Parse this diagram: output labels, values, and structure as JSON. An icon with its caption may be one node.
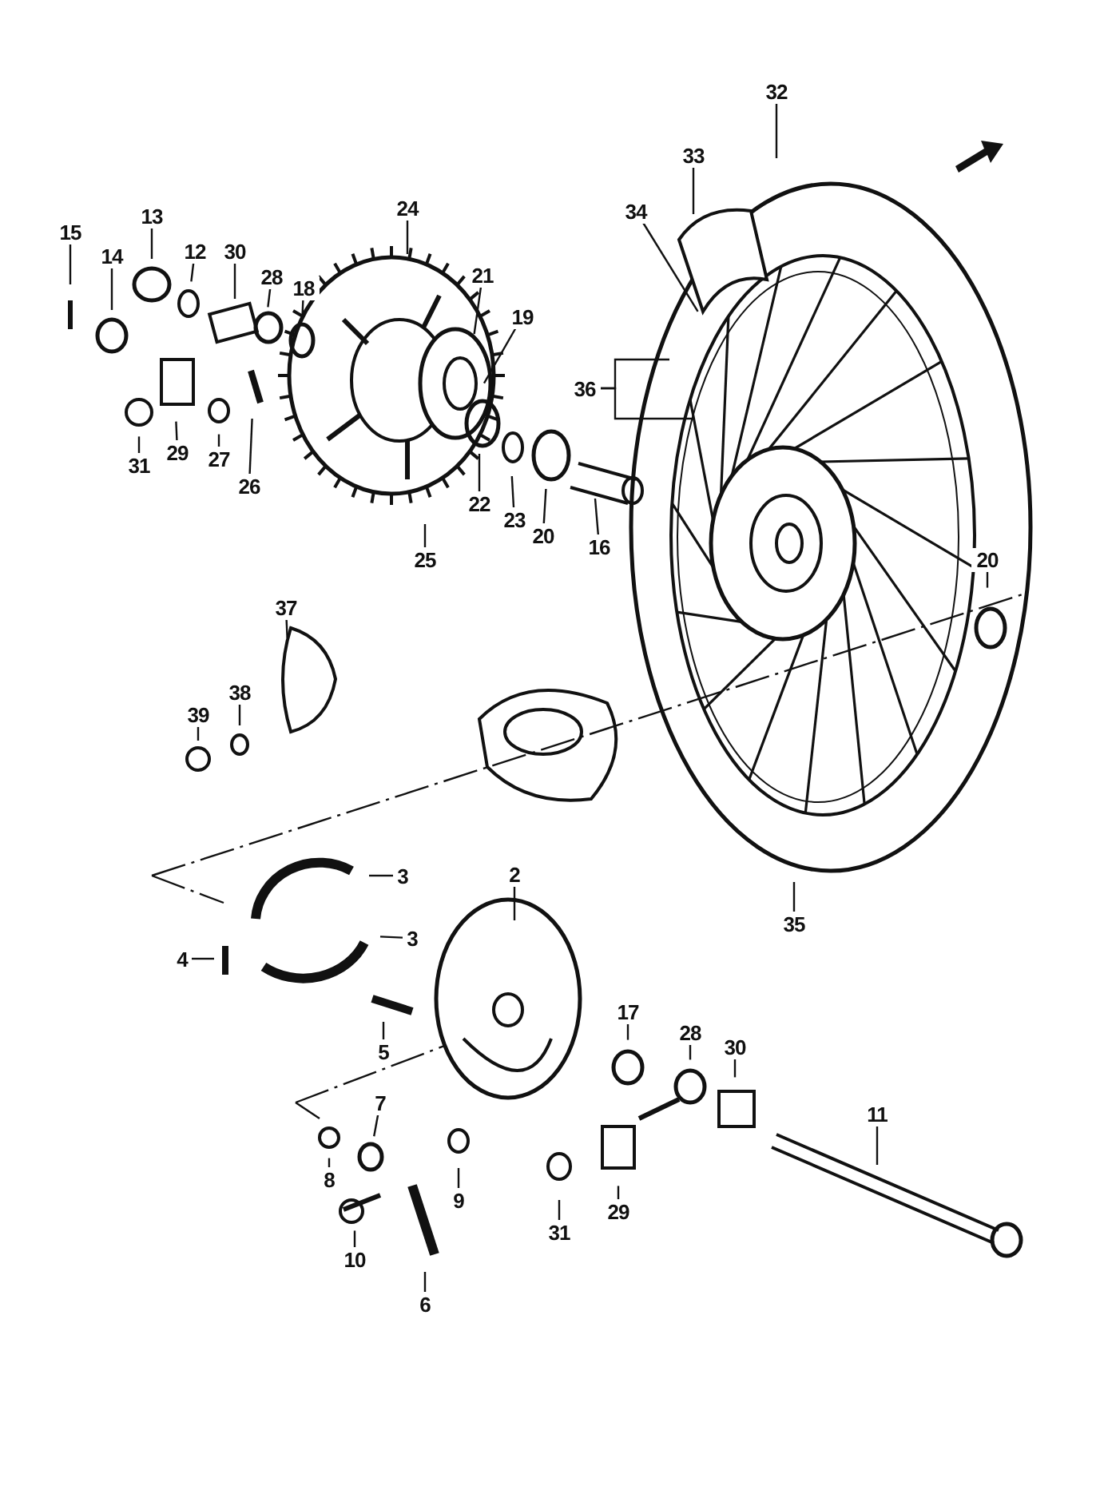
{
  "diagram": {
    "nodes": [
      {
        "text": [
          "15"
        ]
      },
      {
        "text": [
          "14"
        ]
      },
      {
        "text": [
          "13"
        ]
      },
      {
        "text": [
          "12"
        ]
      },
      {
        "text": [
          "30"
        ]
      },
      {
        "text": [
          "28"
        ]
      },
      {
        "text": [
          "18"
        ]
      },
      {
        "text": [
          "24"
        ]
      },
      {
        "text": [
          "21"
        ]
      },
      {
        "text": [
          "19"
        ]
      },
      {
        "text": [
          "34"
        ]
      },
      {
        "text": [
          "33"
        ]
      },
      {
        "text": [
          "32"
        ]
      },
      {
        "text": [
          "36"
        ]
      },
      {
        "text": [
          "22"
        ]
      },
      {
        "text": [
          "23"
        ]
      },
      {
        "text": [
          "20"
        ]
      },
      {
        "text": [
          "16"
        ]
      },
      {
        "text": [
          "25"
        ]
      },
      {
        "text": [
          "26"
        ]
      },
      {
        "text": [
          "27"
        ]
      },
      {
        "text": [
          "29"
        ]
      },
      {
        "text": [
          "31"
        ]
      },
      {
        "text": [
          "20"
        ]
      },
      {
        "text": [
          "37"
        ]
      },
      {
        "text": [
          "38"
        ]
      },
      {
        "text": [
          "39"
        ]
      },
      {
        "text": [
          "3"
        ]
      },
      {
        "text": [
          "3"
        ]
      },
      {
        "text": [
          "4"
        ]
      },
      {
        "text": [
          "2"
        ]
      },
      {
        "text": [
          "35"
        ]
      },
      {
        "text": [
          "5"
        ]
      },
      {
        "text": [
          "17"
        ]
      },
      {
        "text": [
          "28"
        ]
      },
      {
        "text": [
          "30"
        ]
      },
      {
        "text": [
          "11"
        ]
      },
      {
        "text": [
          "8"
        ]
      },
      {
        "text": [
          "7"
        ]
      },
      {
        "text": [
          "9"
        ]
      },
      {
        "text": [
          "31"
        ]
      },
      {
        "text": [
          "29"
        ]
      },
      {
        "text": [
          "10"
        ]
      },
      {
        "text": [
          "6"
        ]
      }
    ],
    "edges": [
      {
        "from": 0,
        "to": null,
        "arrow": "none"
      },
      {
        "from": 1,
        "to": null,
        "arrow": "none"
      },
      {
        "from": 2,
        "to": null,
        "arrow": "none"
      },
      {
        "from": 3,
        "to": null,
        "arrow": "none"
      },
      {
        "from": 4,
        "to": null,
        "arrow": "none"
      },
      {
        "from": 5,
        "to": null,
        "arrow": "none"
      },
      {
        "from": 6,
        "to": null,
        "arrow": "none"
      },
      {
        "from": 7,
        "to": null,
        "arrow": "none"
      },
      {
        "from": 8,
        "to": null,
        "arrow": "none"
      },
      {
        "from": 9,
        "to": null,
        "arrow": "none"
      },
      {
        "from": 10,
        "to": null,
        "arrow": "none"
      },
      {
        "from": 11,
        "to": null,
        "arrow": "none"
      },
      {
        "from": 12,
        "to": null,
        "arrow": "none"
      },
      {
        "from": 13,
        "to": null,
        "arrow": "none"
      },
      {
        "from": 13,
        "to": null,
        "arrow": "none"
      },
      {
        "from": 14,
        "to": null,
        "arrow": "none"
      },
      {
        "from": 15,
        "to": null,
        "arrow": "none"
      },
      {
        "from": 16,
        "to": null,
        "arrow": "none"
      },
      {
        "from": 17,
        "to": null,
        "arrow": "none"
      },
      {
        "from": 18,
        "to": null,
        "arrow": "none"
      },
      {
        "from": 19,
        "to": null,
        "arrow": "none"
      },
      {
        "from": 20,
        "to": null,
        "arrow": "none"
      },
      {
        "from": 21,
        "to": null,
        "arrow": "none"
      },
      {
        "from": 22,
        "to": null,
        "arrow": "none"
      },
      {
        "from": 23,
        "to": null,
        "arrow": "none"
      },
      {
        "from": 24,
        "to": null,
        "arrow": "none"
      },
      {
        "from": 25,
        "to": null,
        "arrow": "none"
      },
      {
        "from": 26,
        "to": null,
        "arrow": "none"
      },
      {
        "from": 27,
        "to": null,
        "arrow": "none"
      },
      {
        "from": 28,
        "to": null,
        "arrow": "none"
      },
      {
        "from": 29,
        "to": null,
        "arrow": "none"
      },
      {
        "from": 30,
        "to": null,
        "arrow": "none"
      },
      {
        "from": 31,
        "to": null,
        "arrow": "none"
      },
      {
        "from": 32,
        "to": null,
        "arrow": "none"
      },
      {
        "from": 33,
        "to": null,
        "arrow": "none"
      },
      {
        "from": 34,
        "to": null,
        "arrow": "none"
      },
      {
        "from": 35,
        "to": null,
        "arrow": "none"
      },
      {
        "from": 36,
        "to": null,
        "arrow": "none"
      },
      {
        "from": 37,
        "to": null,
        "arrow": "none"
      },
      {
        "from": 38,
        "to": null,
        "arrow": "none"
      },
      {
        "from": 39,
        "to": null,
        "arrow": "none"
      },
      {
        "from": 40,
        "to": null,
        "arrow": "none"
      },
      {
        "from": 41,
        "to": null,
        "arrow": "none"
      },
      {
        "from": 42,
        "to": null,
        "arrow": "none"
      },
      {
        "from": 43,
        "to": null,
        "arrow": "none"
      }
    ]
  }
}
